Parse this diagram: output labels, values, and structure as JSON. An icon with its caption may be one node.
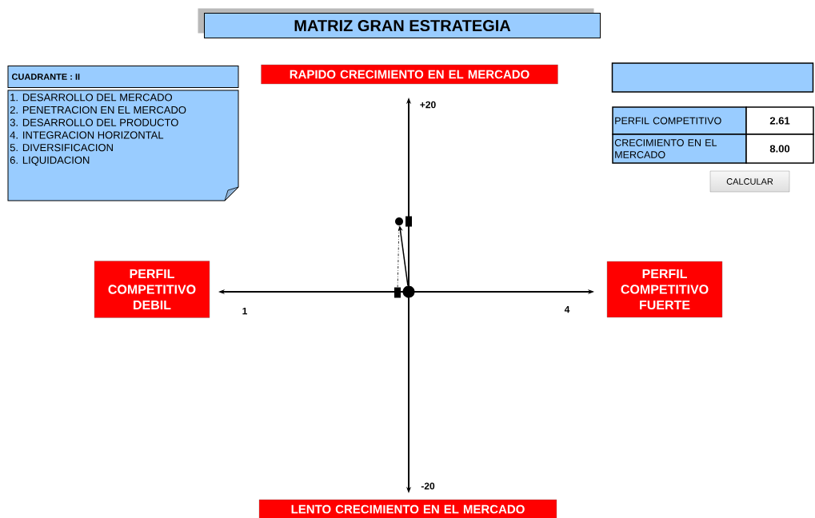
{
  "diagram": {
    "nodes": [
      {
        "text": [
          "MATRIZ GRAN ESTRATEGIA"
        ]
      },
      {
        "text": [
          "CUADRANTE  : II"
        ]
      },
      {
        "text": [
          "1. DESARROLLO  DEL MERCADO",
          "2. PENETRACION  EN EL MERCADO",
          "3. DESARROLLO  DEL PRODUCTO",
          "4. INTEGRACION  HORIZONTAL",
          "5. DIVERSIFICACION",
          "6. LIQUIDACION"
        ]
      },
      {
        "text": [
          "RAPIDO CRECIMIENTO EN EL MERCADO"
        ]
      },
      {
        "text": [],
        "shape": "box"
      },
      {
        "text": [
          "PERFIL COMPETITIVO DEBIL"
        ]
      },
      {
        "text": [
          "PERFIL COMPETITIVO FUERTE"
        ]
      },
      {
        "text": [
          "LENTO CRECIMIENTO EN EL MERCADO"
        ]
      },
      {
        "text": [],
        "shape": "circle"
      },
      {
        "text": [],
        "shape": "box"
      },
      {
        "text": [],
        "shape": "box"
      },
      {
        "text": [],
        "shape": "circle"
      }
    ],
    "edges": [
      {
        "from": 11,
        "to": 8,
        "arrow": "to"
      },
      {
        "from": 10,
        "to": 8,
        "arrow": "none",
        "style": "dashed"
      }
    ],
    "labels": [
      "+20",
      "1",
      "4",
      "-20",
      "PERFIL COMPETITIVO",
      "2.61",
      "CRECIMIENTO EN EL MERCADO",
      "8.00",
      "CALCULAR"
    ]
  }
}
